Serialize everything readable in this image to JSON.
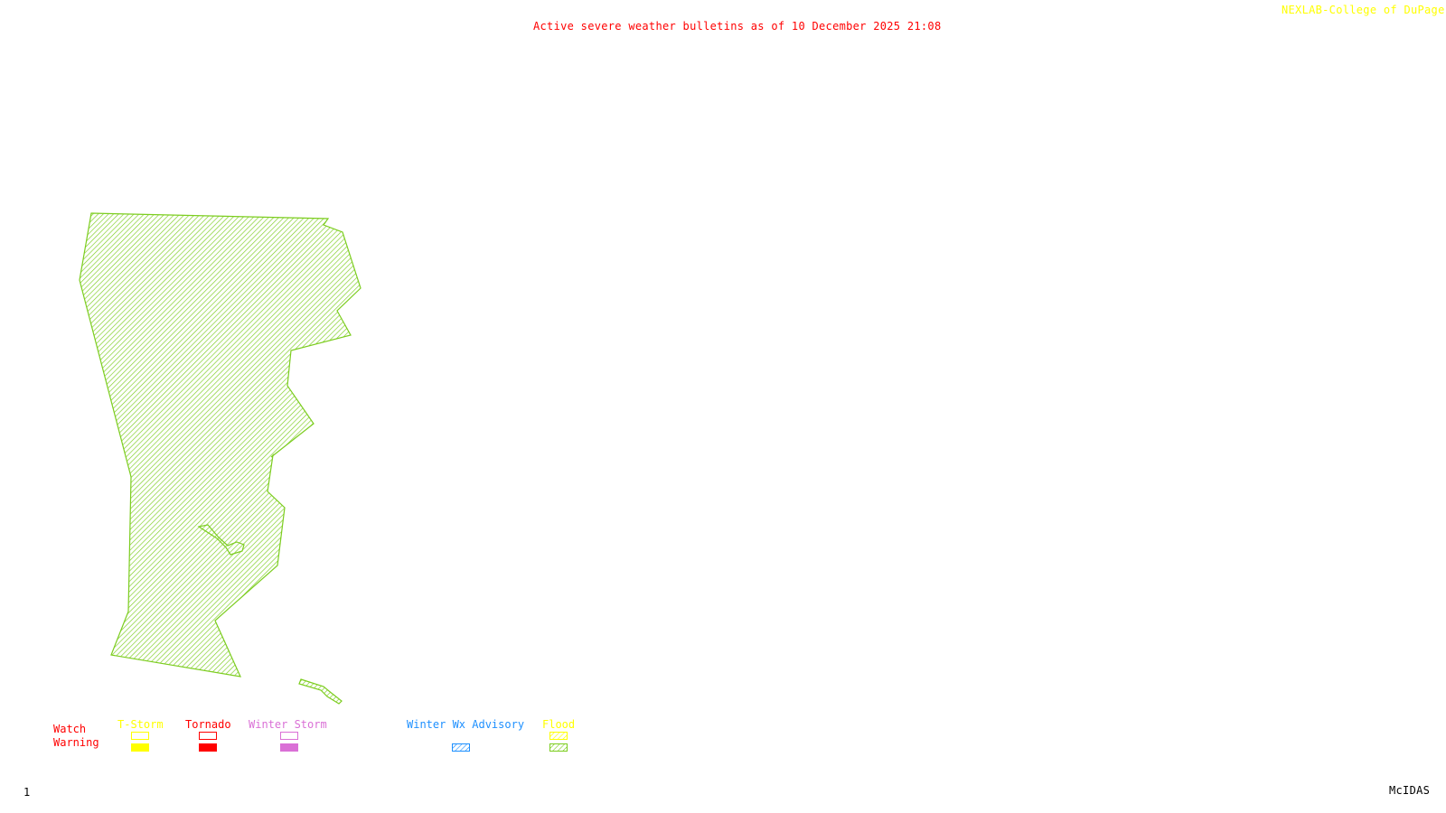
{
  "header": {
    "title": "Active severe weather bulletins as of 10 December 2025 21:08",
    "credit": "NEXLAB-College of DuPage",
    "credit_icon": "nexlab-logo-icon"
  },
  "footer": {
    "frame_number": "1",
    "software": "McIDAS"
  },
  "map": {
    "active_bulletins": [
      {
        "type": "Flood Warning",
        "color": "#7ccd1f",
        "pattern": "diagonal-hatch",
        "areas": 3
      }
    ]
  },
  "legend": {
    "row_labels": {
      "watch": "Watch",
      "warning": "Warning"
    },
    "row_label_color": "#ff0000",
    "categories": [
      {
        "label": "T-Storm",
        "color": "#ffff00",
        "watch_style": "outline",
        "warning_style": "solid",
        "warning_color": "#ffff00"
      },
      {
        "label": "Tornado",
        "color": "#ff0000",
        "watch_style": "outline",
        "warning_style": "solid",
        "warning_color": "#ff0000"
      },
      {
        "label": "Winter Storm",
        "color": "#da70d6",
        "watch_style": "outline",
        "warning_style": "solid",
        "warning_color": "#da70d6"
      },
      {
        "label": "Winter Wx Advisory",
        "color": "#1e90ff",
        "watch_style": "none",
        "warning_style": "hatch",
        "warning_color": "#1e90ff"
      },
      {
        "label": "Flood",
        "color": "#ffff00",
        "watch_style": "hatch",
        "warning_style": "hatch",
        "warning_color": "#7ccd1f"
      }
    ]
  }
}
